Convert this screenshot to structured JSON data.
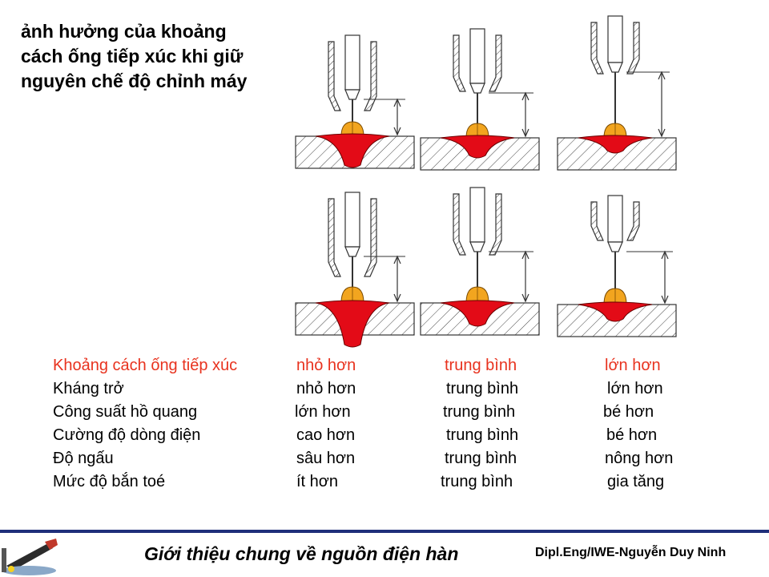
{
  "slide": {
    "title": "ảnh hưởng của khoảng cách ống tiếp xúc khi giữ nguyên chế độ chỉnh máy"
  },
  "diagrams": [
    {
      "row": "top",
      "distance": "small"
    },
    {
      "row": "top",
      "distance": "medium"
    },
    {
      "row": "top",
      "distance": "large"
    },
    {
      "row": "bottom",
      "distance": "small"
    },
    {
      "row": "bottom",
      "distance": "medium"
    },
    {
      "row": "bottom",
      "distance": "large"
    }
  ],
  "colors": {
    "weld": "#e30b17",
    "arc": "#f2a51f",
    "header_text": "#e8321e",
    "footer_bar": "#1f2f7a"
  },
  "table": {
    "header": [
      "Khoảng cách ống tiếp xúc",
      "nhỏ hơn",
      "trung bình",
      "lớn hơn"
    ],
    "rows": [
      [
        "Kháng trở",
        "nhỏ hơn",
        "trung bình",
        "lớn hơn"
      ],
      [
        "Công suất hồ quang",
        "lớn hơn",
        "trung bình",
        "bé hơn"
      ],
      [
        "Cường độ dòng điện",
        "cao hơn",
        "trung bình",
        "bé hơn"
      ],
      [
        "Độ ngấu",
        "sâu  hơn",
        "trung bình",
        "nông hơn"
      ],
      [
        "Mức độ bắn toé",
        "ít hơn",
        "trung bình",
        "gia tăng"
      ]
    ]
  },
  "footer": {
    "title": "Giới thiệu chung về nguồn điện hàn",
    "author": "Dipl.Eng/IWE-Nguyễn Duy Ninh",
    "logo_icon": "welding-torch-icon"
  }
}
